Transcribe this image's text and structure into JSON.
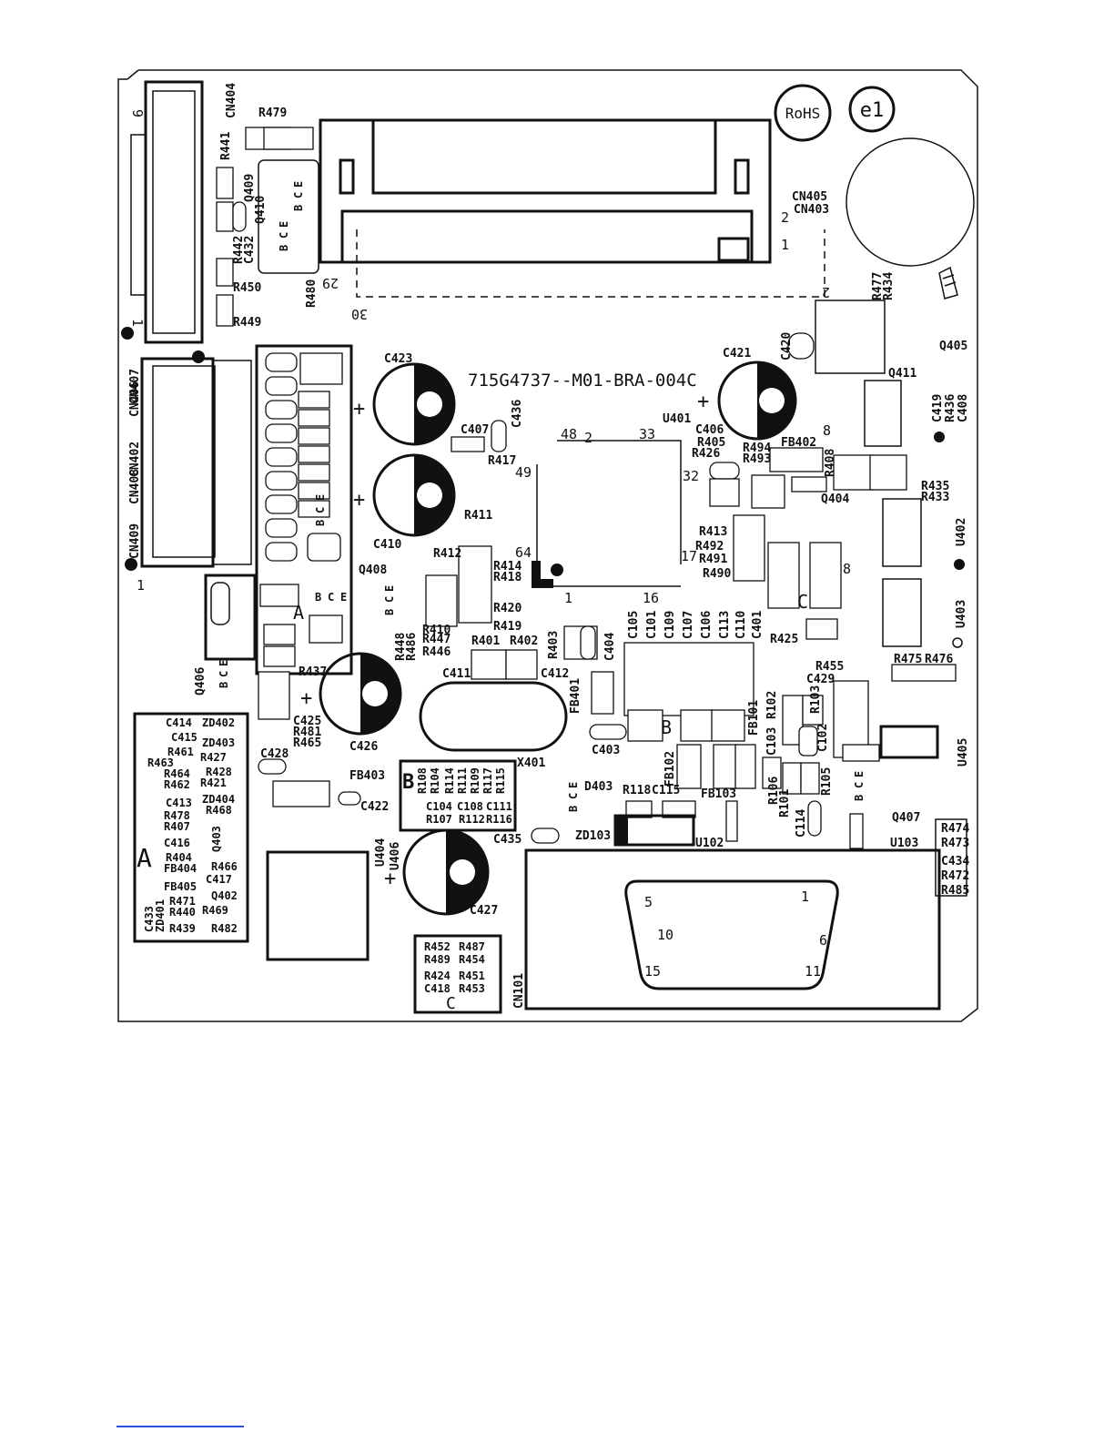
{
  "board": {
    "part_number": "715G4737--M01-BRA-004C",
    "marks": [
      "RoHS",
      "e1"
    ],
    "section_letters": [
      "A",
      "B",
      "C"
    ]
  },
  "labels": [
    {
      "id": "cn404",
      "text": "CN404"
    },
    {
      "id": "r479",
      "text": "R479"
    },
    {
      "id": "r441",
      "text": "R441"
    },
    {
      "id": "q409",
      "text": "Q409"
    },
    {
      "id": "q410",
      "text": "Q410"
    },
    {
      "id": "r442",
      "text": "R442"
    },
    {
      "id": "c432",
      "text": "C432"
    },
    {
      "id": "r450",
      "text": "R450"
    },
    {
      "id": "r449",
      "text": "R449"
    },
    {
      "id": "r480",
      "text": "R480"
    },
    {
      "id": "cn407",
      "text": "CN407"
    },
    {
      "id": "cn406",
      "text": "CN406"
    },
    {
      "id": "cn402",
      "text": "CN402"
    },
    {
      "id": "cn408",
      "text": "CN408"
    },
    {
      "id": "cn409",
      "text": "CN409"
    },
    {
      "id": "cn405",
      "text": "CN405"
    },
    {
      "id": "cn403",
      "text": "CN403"
    },
    {
      "id": "r477",
      "text": "R477"
    },
    {
      "id": "r434",
      "text": "R434"
    },
    {
      "id": "q405",
      "text": "Q405"
    },
    {
      "id": "q411",
      "text": "Q411"
    },
    {
      "id": "c420",
      "text": "C420"
    },
    {
      "id": "c421",
      "text": "C421"
    },
    {
      "id": "c423",
      "text": "C423"
    },
    {
      "id": "c436",
      "text": "C436"
    },
    {
      "id": "c407",
      "text": "C407"
    },
    {
      "id": "r417",
      "text": "R417"
    },
    {
      "id": "c410",
      "text": "C410"
    },
    {
      "id": "r411",
      "text": "R411"
    },
    {
      "id": "u401",
      "text": "U401"
    },
    {
      "id": "c406",
      "text": "C406"
    },
    {
      "id": "r405",
      "text": "R405"
    },
    {
      "id": "r426",
      "text": "R426"
    },
    {
      "id": "r494",
      "text": "R494"
    },
    {
      "id": "r493",
      "text": "R493"
    },
    {
      "id": "fb402",
      "text": "FB402"
    },
    {
      "id": "r408",
      "text": "R408"
    },
    {
      "id": "c419",
      "text": "C419"
    },
    {
      "id": "r436",
      "text": "R436"
    },
    {
      "id": "c408",
      "text": "C408"
    },
    {
      "id": "r435",
      "text": "R435"
    },
    {
      "id": "r433",
      "text": "R433"
    },
    {
      "id": "q404",
      "text": "Q404"
    },
    {
      "id": "u402",
      "text": "U402"
    },
    {
      "id": "r413",
      "text": "R413"
    },
    {
      "id": "r492",
      "text": "R492"
    },
    {
      "id": "r491",
      "text": "R491"
    },
    {
      "id": "r490",
      "text": "R490"
    },
    {
      "id": "r412",
      "text": "R412"
    },
    {
      "id": "r414",
      "text": "R414"
    },
    {
      "id": "r418",
      "text": "R418"
    },
    {
      "id": "q408",
      "text": "Q408"
    },
    {
      "id": "r420",
      "text": "R420"
    },
    {
      "id": "r419",
      "text": "R419"
    },
    {
      "id": "u403",
      "text": "U403"
    },
    {
      "id": "r425",
      "text": "R425"
    },
    {
      "id": "r410",
      "text": "R410"
    },
    {
      "id": "r448",
      "text": "R448"
    },
    {
      "id": "r486",
      "text": "R486"
    },
    {
      "id": "r447",
      "text": "R447"
    },
    {
      "id": "r446",
      "text": "R446"
    },
    {
      "id": "r401",
      "text": "R401"
    },
    {
      "id": "r402",
      "text": "R402"
    },
    {
      "id": "r403",
      "text": "R403"
    },
    {
      "id": "c404",
      "text": "C404"
    },
    {
      "id": "c105",
      "text": "C105"
    },
    {
      "id": "c101",
      "text": "C101"
    },
    {
      "id": "c109",
      "text": "C109"
    },
    {
      "id": "c107",
      "text": "C107"
    },
    {
      "id": "c106",
      "text": "C106"
    },
    {
      "id": "c113",
      "text": "C113"
    },
    {
      "id": "c110",
      "text": "C110"
    },
    {
      "id": "c401",
      "text": "C401"
    },
    {
      "id": "r455",
      "text": "R455"
    },
    {
      "id": "c429",
      "text": "C429"
    },
    {
      "id": "r475",
      "text": "R475"
    },
    {
      "id": "r476",
      "text": "R476"
    },
    {
      "id": "q406",
      "text": "Q406"
    },
    {
      "id": "r437",
      "text": "R437"
    },
    {
      "id": "c411",
      "text": "C411"
    },
    {
      "id": "c412",
      "text": "C412"
    },
    {
      "id": "fb401",
      "text": "FB401"
    },
    {
      "id": "c425",
      "text": "C425"
    },
    {
      "id": "r481",
      "text": "R481"
    },
    {
      "id": "r465",
      "text": "R465"
    },
    {
      "id": "c426",
      "text": "C426"
    },
    {
      "id": "c403",
      "text": "C403"
    },
    {
      "id": "fb101",
      "text": "FB101"
    },
    {
      "id": "r102",
      "text": "R102"
    },
    {
      "id": "r103",
      "text": "R103"
    },
    {
      "id": "c103",
      "text": "C103"
    },
    {
      "id": "c102",
      "text": "C102"
    },
    {
      "id": "u405",
      "text": "U405"
    },
    {
      "id": "c428",
      "text": "C428"
    },
    {
      "id": "fb403",
      "text": "FB403"
    },
    {
      "id": "c422",
      "text": "C422"
    },
    {
      "id": "x401",
      "text": "X401"
    },
    {
      "id": "fb102",
      "text": "FB102"
    },
    {
      "id": "d403",
      "text": "D403"
    },
    {
      "id": "r118",
      "text": "R118"
    },
    {
      "id": "c115",
      "text": "C115"
    },
    {
      "id": "fb103",
      "text": "FB103"
    },
    {
      "id": "r106",
      "text": "R106"
    },
    {
      "id": "r101",
      "text": "R101"
    },
    {
      "id": "c114",
      "text": "C114"
    },
    {
      "id": "r105",
      "text": "R105"
    },
    {
      "id": "q407",
      "text": "Q407"
    },
    {
      "id": "u103",
      "text": "U103"
    },
    {
      "id": "r474",
      "text": "R474"
    },
    {
      "id": "r473",
      "text": "R473"
    },
    {
      "id": "c434",
      "text": "C434"
    },
    {
      "id": "r472",
      "text": "R472"
    },
    {
      "id": "r485",
      "text": "R485"
    },
    {
      "id": "u404",
      "text": "U404"
    },
    {
      "id": "u406",
      "text": "U406"
    },
    {
      "id": "c435",
      "text": "C435"
    },
    {
      "id": "zd103",
      "text": "ZD103"
    },
    {
      "id": "u102",
      "text": "U102"
    },
    {
      "id": "c427",
      "text": "C427"
    },
    {
      "id": "cn101",
      "text": "CN101"
    }
  ],
  "legend_a": [
    "C414",
    "ZD402",
    "C415",
    "ZD403",
    "R461",
    "R427",
    "R463",
    "R464",
    "R428",
    "R462",
    "R421",
    "C413",
    "ZD404",
    "R478",
    "R468",
    "R407",
    "Q403",
    "C416",
    "R404",
    "R466",
    "FB404",
    "C417",
    "FB405",
    "R471",
    "Q402",
    "C433",
    "R440",
    "R469",
    "ZD401",
    "R439",
    "R482"
  ],
  "legend_b": [
    "R108",
    "R104",
    "R114",
    "R111",
    "R109",
    "R117",
    "R115",
    "C104",
    "C108",
    "C111",
    "R107",
    "R112",
    "R116"
  ],
  "legend_c": [
    "R452",
    "R487",
    "R489",
    "R454",
    "R424",
    "R451",
    "C418",
    "R453"
  ],
  "pins": [
    "9",
    "1",
    "1",
    "2",
    "29",
    "30",
    "2",
    "1",
    "2",
    "48",
    "33",
    "49",
    "32",
    "64",
    "17",
    "1",
    "16",
    "8",
    "8",
    "5",
    "1",
    "10",
    "6",
    "15",
    "11"
  ],
  "chips": [
    "B",
    "C",
    "E",
    "B",
    "C",
    "E",
    "B",
    "C",
    "E",
    "B",
    "C",
    "E",
    "B",
    "C",
    "E",
    "B",
    "C",
    "E",
    "B",
    "C",
    "E",
    "B",
    "C",
    "E"
  ]
}
